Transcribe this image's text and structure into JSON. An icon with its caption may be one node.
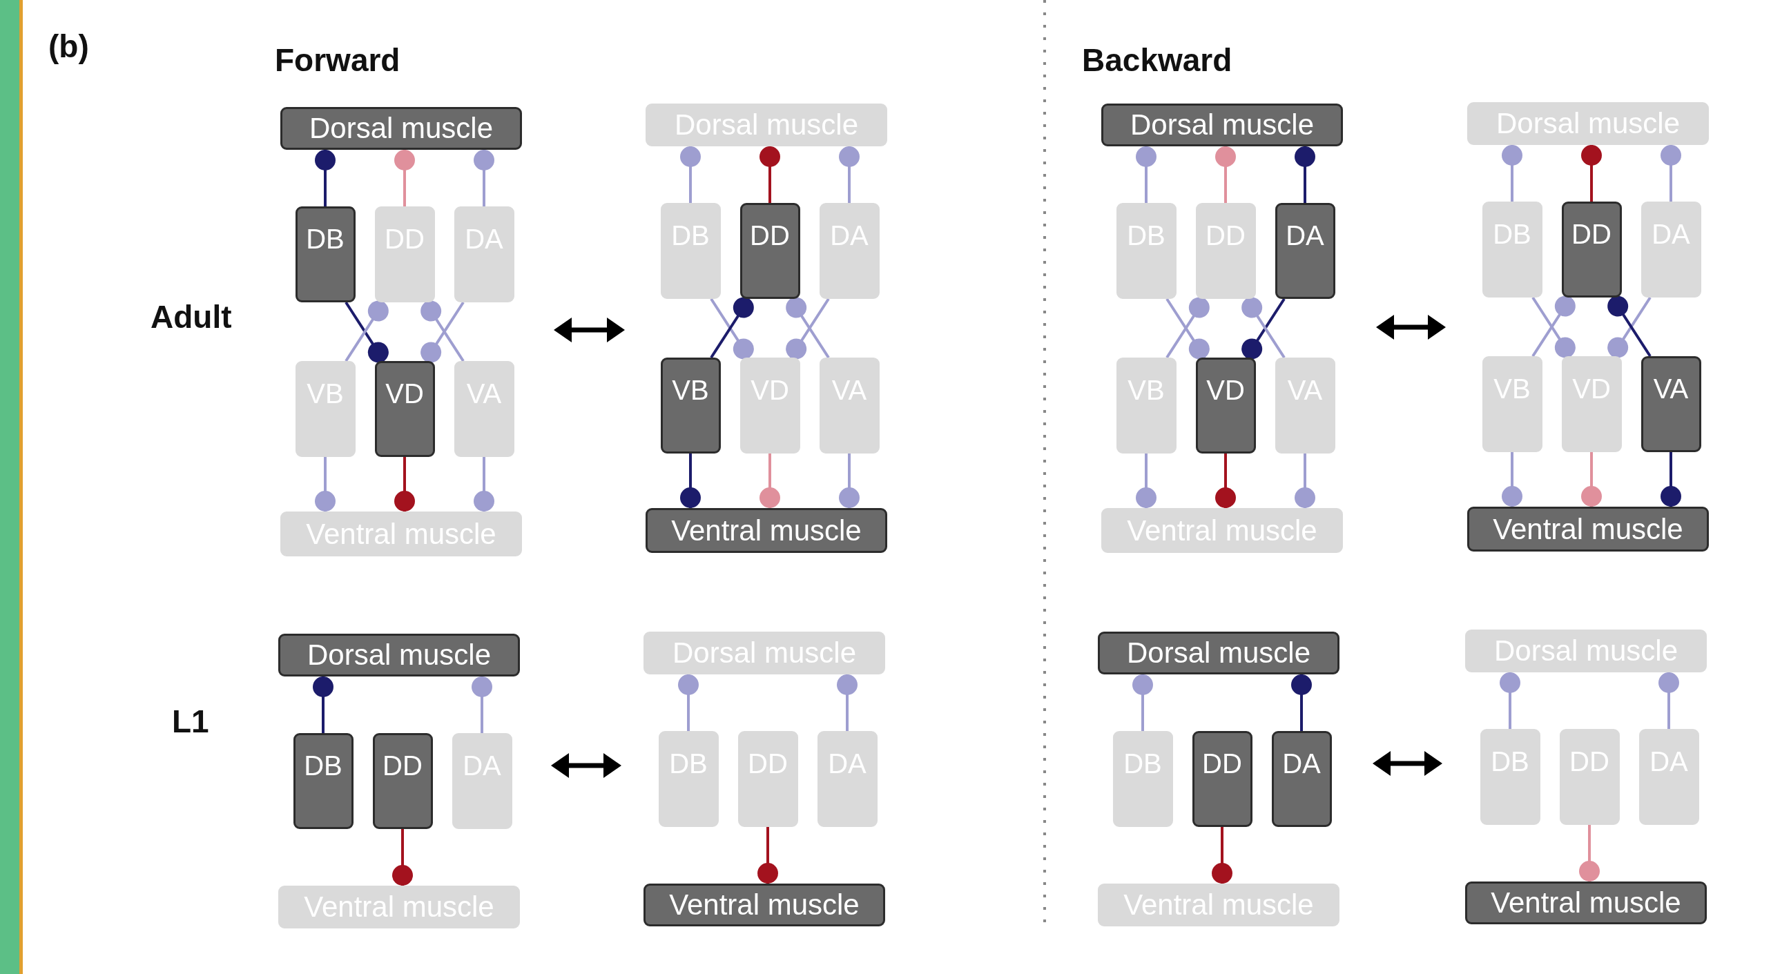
{
  "diagram": {
    "nodes": [
      {
        "text": [
          "Dorsal muscle"
        ]
      },
      {
        "text": [
          "DB"
        ]
      },
      {
        "text": [
          "DD"
        ]
      },
      {
        "text": [
          "DA"
        ]
      },
      {
        "text": [
          "VB"
        ]
      },
      {
        "text": [
          "VD"
        ]
      },
      {
        "text": [
          "VA"
        ]
      },
      {
        "text": [
          "Ventral muscle"
        ]
      },
      {
        "text": [
          "Dorsal muscle"
        ]
      },
      {
        "text": [
          "DB"
        ]
      },
      {
        "text": [
          "DD"
        ]
      },
      {
        "text": [
          "DA"
        ]
      },
      {
        "text": [
          "VB"
        ]
      },
      {
        "text": [
          "VD"
        ]
      },
      {
        "text": [
          "VA"
        ]
      },
      {
        "text": [
          "Ventral muscle"
        ]
      },
      {
        "text": [
          "Dorsal muscle"
        ]
      },
      {
        "text": [
          "DB"
        ]
      },
      {
        "text": [
          "DD"
        ]
      },
      {
        "text": [
          "DA"
        ]
      },
      {
        "text": [
          "VB"
        ]
      },
      {
        "text": [
          "VD"
        ]
      },
      {
        "text": [
          "VA"
        ]
      },
      {
        "text": [
          "Ventral muscle"
        ]
      },
      {
        "text": [
          "Dorsal muscle"
        ]
      },
      {
        "text": [
          "DB"
        ]
      },
      {
        "text": [
          "DD"
        ]
      },
      {
        "text": [
          "DA"
        ]
      },
      {
        "text": [
          "VB"
        ]
      },
      {
        "text": [
          "VD"
        ]
      },
      {
        "text": [
          "VA"
        ]
      },
      {
        "text": [
          "Ventral muscle"
        ]
      },
      {
        "text": [
          "Dorsal muscle"
        ]
      },
      {
        "text": [
          "DB"
        ]
      },
      {
        "text": [
          "DD"
        ]
      },
      {
        "text": [
          "DA"
        ]
      },
      {
        "text": [
          "Ventral muscle"
        ]
      },
      {
        "text": [
          "Dorsal muscle"
        ]
      },
      {
        "text": [
          "DB"
        ]
      },
      {
        "text": [
          "DD"
        ]
      },
      {
        "text": [
          "DA"
        ]
      },
      {
        "text": [
          "Ventral muscle"
        ]
      },
      {
        "text": [
          "Dorsal muscle"
        ]
      },
      {
        "text": [
          "DB"
        ]
      },
      {
        "text": [
          "DD"
        ]
      },
      {
        "text": [
          "DA"
        ]
      },
      {
        "text": [
          "Ventral muscle"
        ]
      },
      {
        "text": [
          "Dorsal muscle"
        ]
      },
      {
        "text": [
          "DB"
        ]
      },
      {
        "text": [
          "DD"
        ]
      },
      {
        "text": [
          "DA"
        ]
      },
      {
        "text": [
          "Ventral muscle"
        ]
      }
    ],
    "edges": [
      {
        "from": 1,
        "to": 0,
        "arrow": "other",
        "color": "#1c1c6b"
      },
      {
        "from": 2,
        "to": 0,
        "arrow": "other",
        "color": "#e0909c"
      },
      {
        "from": 3,
        "to": 0,
        "arrow": "other"
      },
      {
        "from": 1,
        "to": 5,
        "arrow": "other",
        "color": "#1c1c6b"
      },
      {
        "from": 4,
        "to": 2,
        "arrow": "other"
      },
      {
        "from": 3,
        "to": 5,
        "arrow": "other"
      },
      {
        "from": 6,
        "to": 2,
        "arrow": "other"
      },
      {
        "from": 4,
        "to": 7,
        "arrow": "other"
      },
      {
        "from": 5,
        "to": 7,
        "arrow": "other",
        "color": "#a3121e"
      },
      {
        "from": 6,
        "to": 7,
        "arrow": "other"
      },
      {
        "from": 9,
        "to": 8,
        "arrow": "other"
      },
      {
        "from": 10,
        "to": 8,
        "arrow": "other",
        "color": "#a3121e"
      },
      {
        "from": 11,
        "to": 8,
        "arrow": "other"
      },
      {
        "from": 9,
        "to": 13,
        "arrow": "other"
      },
      {
        "from": 12,
        "to": 10,
        "arrow": "other",
        "color": "#1c1c6b"
      },
      {
        "from": 11,
        "to": 13,
        "arrow": "other"
      },
      {
        "from": 14,
        "to": 10,
        "arrow": "other"
      },
      {
        "from": 12,
        "to": 15,
        "arrow": "other",
        "color": "#1c1c6b"
      },
      {
        "from": 13,
        "to": 15,
        "arrow": "other",
        "color": "#e0909c"
      },
      {
        "from": 14,
        "to": 15,
        "arrow": "other"
      },
      {
        "from": 17,
        "to": 16,
        "arrow": "other"
      },
      {
        "from": 18,
        "to": 16,
        "arrow": "other",
        "color": "#e0909c"
      },
      {
        "from": 19,
        "to": 16,
        "arrow": "other",
        "color": "#1c1c6b"
      },
      {
        "from": 17,
        "to": 21,
        "arrow": "other"
      },
      {
        "from": 20,
        "to": 18,
        "arrow": "other"
      },
      {
        "from": 19,
        "to": 21,
        "arrow": "other",
        "color": "#1c1c6b"
      },
      {
        "from": 22,
        "to": 18,
        "arrow": "other"
      },
      {
        "from": 20,
        "to": 23,
        "arrow": "other"
      },
      {
        "from": 21,
        "to": 23,
        "arrow": "other",
        "color": "#a3121e"
      },
      {
        "from": 22,
        "to": 23,
        "arrow": "other"
      },
      {
        "from": 25,
        "to": 24,
        "arrow": "other"
      },
      {
        "from": 26,
        "to": 24,
        "arrow": "other",
        "color": "#a3121e"
      },
      {
        "from": 27,
        "to": 24,
        "arrow": "other"
      },
      {
        "from": 25,
        "to": 29,
        "arrow": "other"
      },
      {
        "from": 28,
        "to": 26,
        "arrow": "other"
      },
      {
        "from": 27,
        "to": 29,
        "arrow": "other"
      },
      {
        "from": 30,
        "to": 26,
        "arrow": "other",
        "color": "#1c1c6b"
      },
      {
        "from": 28,
        "to": 31,
        "arrow": "other"
      },
      {
        "from": 29,
        "to": 31,
        "arrow": "other",
        "color": "#e0909c"
      },
      {
        "from": 30,
        "to": 31,
        "arrow": "other",
        "color": "#1c1c6b"
      },
      {
        "from": 33,
        "to": 32,
        "arrow": "other",
        "color": "#1c1c6b"
      },
      {
        "from": 35,
        "to": 32,
        "arrow": "other"
      },
      {
        "from": 34,
        "to": 36,
        "arrow": "other",
        "color": "#a3121e"
      },
      {
        "from": 38,
        "to": 37,
        "arrow": "other"
      },
      {
        "from": 40,
        "to": 37,
        "arrow": "other"
      },
      {
        "from": 39,
        "to": 41,
        "arrow": "other",
        "color": "#a3121e"
      },
      {
        "from": 43,
        "to": 42,
        "arrow": "other"
      },
      {
        "from": 45,
        "to": 42,
        "arrow": "other",
        "color": "#1c1c6b"
      },
      {
        "from": 44,
        "to": 46,
        "arrow": "other",
        "color": "#a3121e"
      },
      {
        "from": 48,
        "to": 47,
        "arrow": "other"
      },
      {
        "from": 50,
        "to": 47,
        "arrow": "other"
      },
      {
        "from": 49,
        "to": 51,
        "arrow": "other",
        "color": "#e0909c"
      }
    ],
    "labels": [
      "(b)",
      "Forward",
      "Backward",
      "Adult",
      "L1"
    ]
  }
}
